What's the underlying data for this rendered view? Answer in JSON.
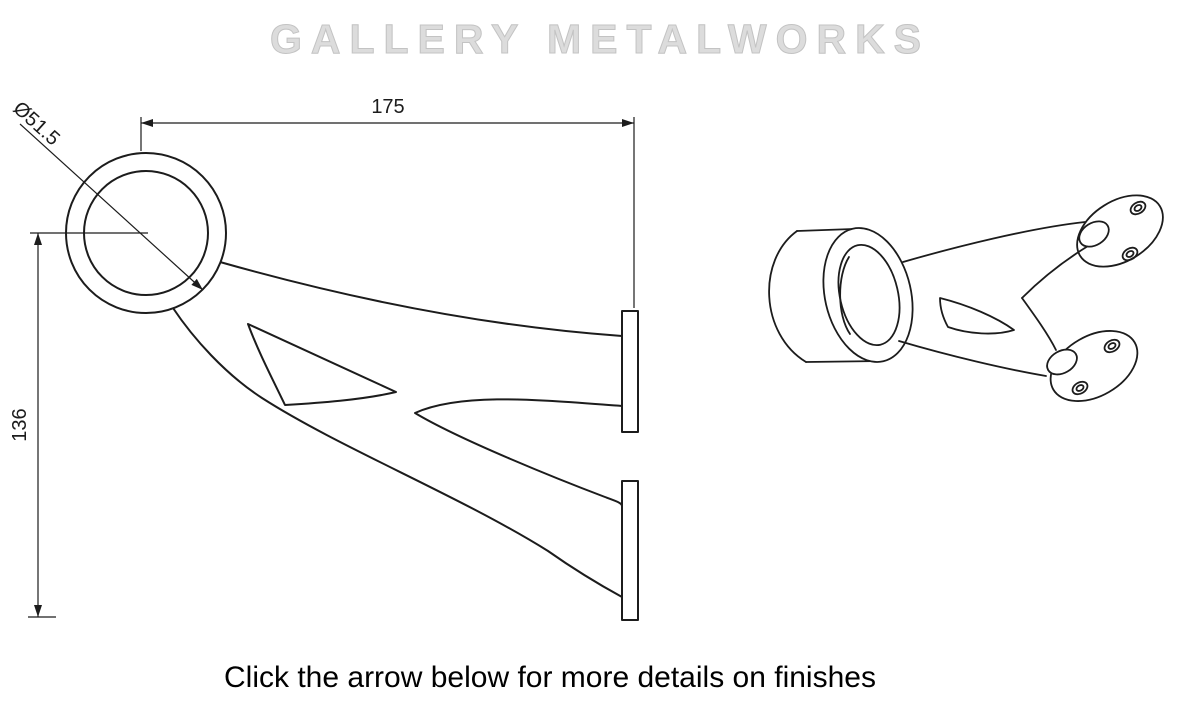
{
  "watermark": "GALLERY METALWORKS",
  "caption": "Click the arrow below for more details on finishes",
  "dimensions": {
    "width": "175",
    "diameter": "Ø51.5",
    "height": "136"
  },
  "colors": {
    "background": "#ffffff",
    "line": "#1c1c1c",
    "watermark": "#dcdcdc"
  }
}
